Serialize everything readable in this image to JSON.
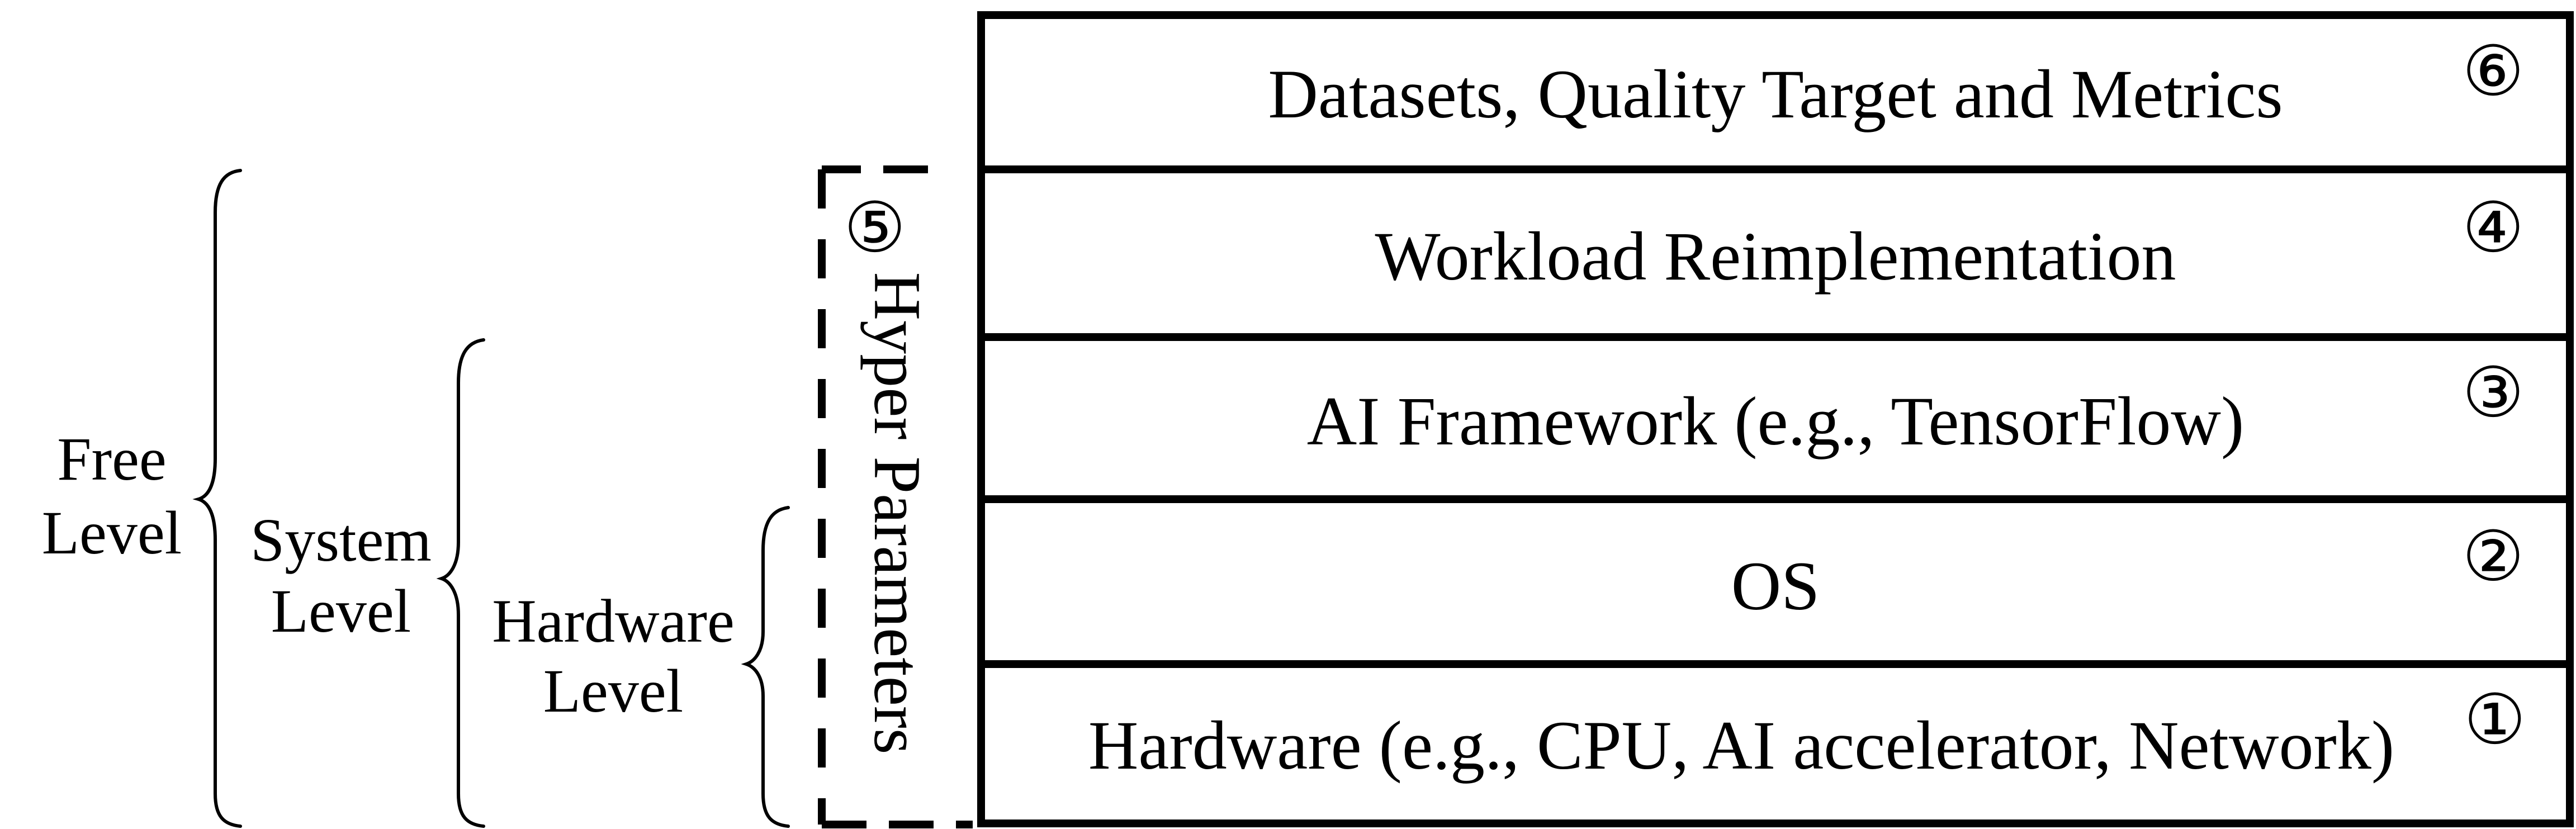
{
  "layers": [
    {
      "id": "datasets",
      "label": "Datasets, Quality Target and Metrics",
      "number": "⑥"
    },
    {
      "id": "workload",
      "label": "Workload Reimplementation",
      "number": "④"
    },
    {
      "id": "framework",
      "label": "AI Framework (e.g., TensorFlow)",
      "number": "③"
    },
    {
      "id": "os",
      "label": "OS",
      "number": "②"
    },
    {
      "id": "hardware",
      "label": "Hardware (e.g., CPU, AI accelerator, Network)",
      "number": "①"
    }
  ],
  "hyper_parameters": {
    "label": "Hyper Parameters",
    "number": "⑤"
  },
  "levels": {
    "free": {
      "line1": "Free",
      "line2": "Level"
    },
    "system": {
      "line1": "System",
      "line2": "Level"
    },
    "hardware": {
      "line1": "Hardware",
      "line2": "Level"
    }
  }
}
